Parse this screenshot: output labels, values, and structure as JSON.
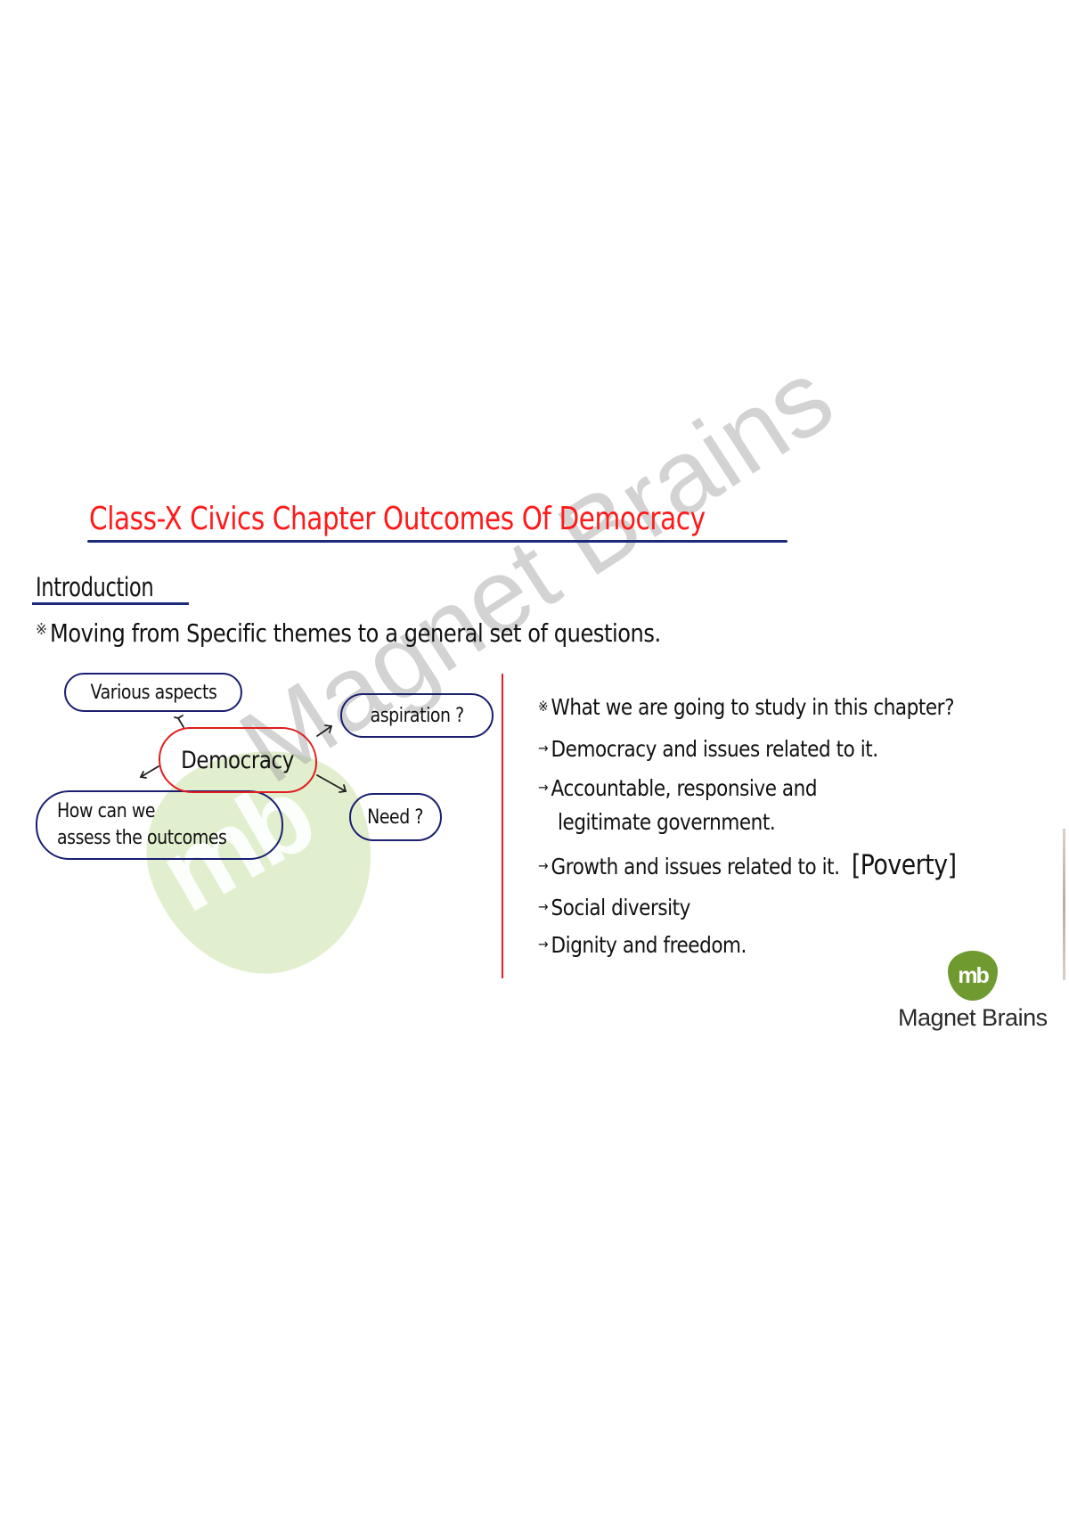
{
  "document": {
    "title": "Class-X Civics Chapter Outcomes Of Democracy",
    "section_heading": "Introduction",
    "intro_bullet": "Moving from Specific themes to a general set of questions.",
    "colors": {
      "title": "#ff1a1a",
      "underline": "#1c2a7a",
      "bubble_border": "#1a1f70",
      "center_cloud_border": "#e11d1d",
      "divider": "#e51c2a",
      "logo_green": "#6f9a2f"
    }
  },
  "mind_map": {
    "center": "Democracy",
    "nodes": [
      {
        "label": "Various aspects"
      },
      {
        "label": "aspiration ?"
      },
      {
        "label": "Need ?"
      },
      {
        "line1": "How can we",
        "line2": "assess the outcomes"
      }
    ]
  },
  "right_column": {
    "heading": "What we are going to study in this chapter?",
    "items": [
      {
        "text": "Democracy  and issues related to it."
      },
      {
        "text": "Accountable, responsive and",
        "continuation": "legitimate government."
      },
      {
        "text": "Growth and issues related to it.",
        "note": "[Poverty]"
      },
      {
        "text": "Social diversity"
      },
      {
        "text": "Dignity and freedom."
      }
    ]
  },
  "icons": {
    "star_bullet": "※",
    "arrow_bullet": "→"
  },
  "watermark": {
    "text": "Magnet Brains",
    "mark": "mb"
  },
  "logo": {
    "mark": "mb",
    "name": "Magnet Brains"
  }
}
